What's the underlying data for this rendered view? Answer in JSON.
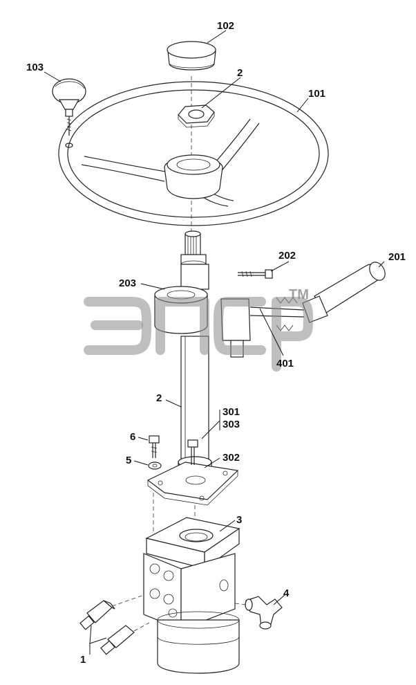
{
  "diagram": {
    "labels": {
      "l102": "102",
      "l103": "103",
      "l2_top": "2",
      "l101": "101",
      "l202": "202",
      "l201": "201",
      "l203": "203",
      "l401": "401",
      "l2_mid": "2",
      "l301": "301",
      "l303": "303",
      "l6": "6",
      "l5": "5",
      "l302": "302",
      "l3": "3",
      "l4": "4",
      "l1": "1"
    },
    "watermark": {
      "trademark": "TM"
    }
  }
}
